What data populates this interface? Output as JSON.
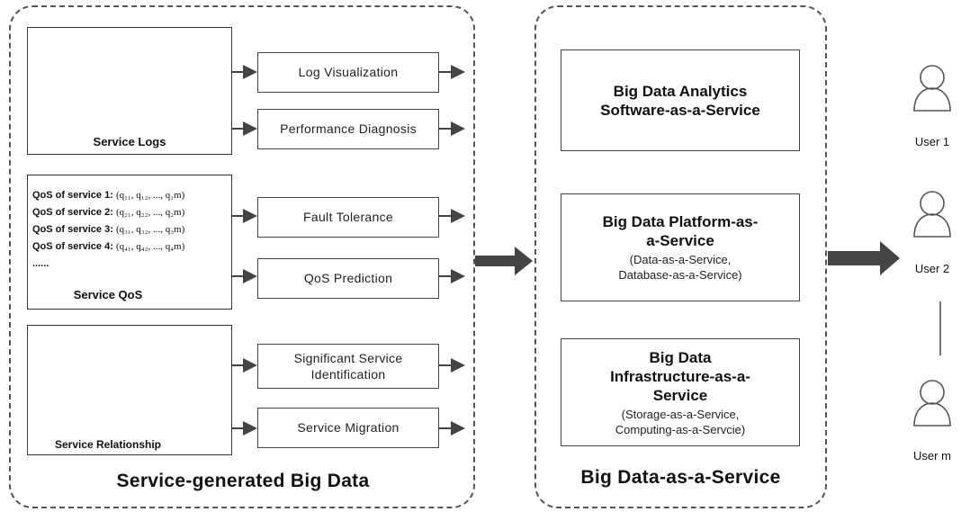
{
  "left_panel": {
    "title": "Service-generated Big Data",
    "logs": {
      "caption": "Service Logs"
    },
    "qos": {
      "caption": "Service QoS",
      "lines": [
        {
          "label": "QoS of service 1:",
          "values": "(q₁₁, q₁₂, ..., q₁m)"
        },
        {
          "label": "QoS of service 2:",
          "values": "(q₂₁, q₂₂, ..., q₂m)"
        },
        {
          "label": "QoS of service 3:",
          "values": "(q₃₁, q₃₂, ..., q₃m)"
        },
        {
          "label": "QoS of service 4:",
          "values": "(q₄₁, q₄₂, ..., q₄m)"
        }
      ],
      "ellipsis": "......"
    },
    "relationship": {
      "caption": "Service Relationship"
    },
    "outputs": {
      "log_visualization": "Log Visualization",
      "performance_diagnosis": "Performance Diagnosis",
      "fault_tolerance": "Fault Tolerance",
      "qos_prediction": "QoS Prediction",
      "significant_service_1": "Significant Service",
      "significant_service_2": "Identification",
      "service_migration": "Service Migration"
    }
  },
  "middle_panel": {
    "title": "Big Data-as-a-Service",
    "saas": {
      "line1": "Big Data Analytics",
      "line2": "Software-as-a-Service"
    },
    "paas": {
      "line1": "Big Data Platform-as-",
      "line2": "a-Service",
      "sub1": "(Data-as-a-Service,",
      "sub2": "Database-as-a-Service)"
    },
    "iaas": {
      "line1": "Big Data",
      "line2": "Infrastructure-as-a-",
      "line3": "Service",
      "sub1": "(Storage-as-a-Service,",
      "sub2": "Computing-as-a-Servcie)"
    }
  },
  "users": [
    "User 1",
    "User 2",
    "User m"
  ],
  "colors": {
    "node_blue": "#3d7fd6",
    "doc_blue": "#2a6fc9",
    "border": "#444444"
  }
}
